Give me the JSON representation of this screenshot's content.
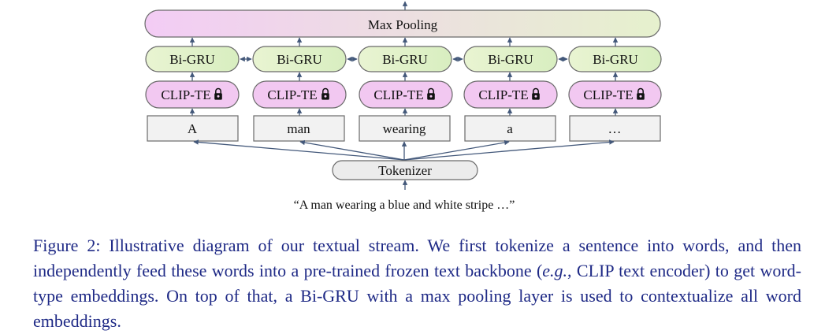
{
  "diagram": {
    "pool_label": "Max Pooling",
    "gru_label": "Bi-GRU",
    "clip_label": "CLIP-TE",
    "lock_icon": "lock-icon",
    "tokens": [
      "A",
      "man",
      "wearing",
      "a",
      "…"
    ],
    "tokenizer_label": "Tokenizer",
    "sentence": "“A man wearing a blue and white stripe …”"
  },
  "colors": {
    "pool_gradient": [
      "#f3ccf5",
      "#e6f1cd"
    ],
    "gru_gradient": [
      "#e8f3d0",
      "#d9efc2"
    ],
    "clip_fill": "#f2c8f1",
    "token_fill": "#f2f2f2",
    "tokenizer_fill": "#ececec",
    "arrow": "#43587a",
    "caption": "#1f2a86"
  },
  "caption": {
    "part1": "Figure 2: Illustrative diagram of our textual stream. We first tokenize a sentence into words, and then independently feed these words into a pre-trained frozen text backbone (",
    "eg": "e.g.",
    "part2": ", CLIP text encoder) to get word-type embeddings. On top of that, a Bi-GRU with a max pooling layer is used to contextualize all word embeddings."
  }
}
